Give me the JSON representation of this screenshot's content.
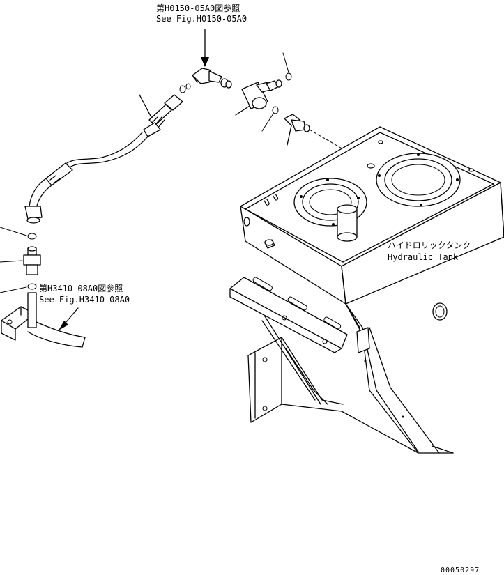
{
  "references": {
    "top": {
      "line_jp": "第H0150-05A0図参照",
      "line_en": "See Fig.H0150-05A0"
    },
    "left": {
      "line_jp": "第H3410-08A0図参照",
      "line_en": "See Fig.H3410-08A0"
    }
  },
  "tank_label": {
    "jp": "ハイドロリックタンク",
    "en": "Hydraulic Tank"
  },
  "drawing_number": "00050297",
  "tank_marking": "U U"
}
